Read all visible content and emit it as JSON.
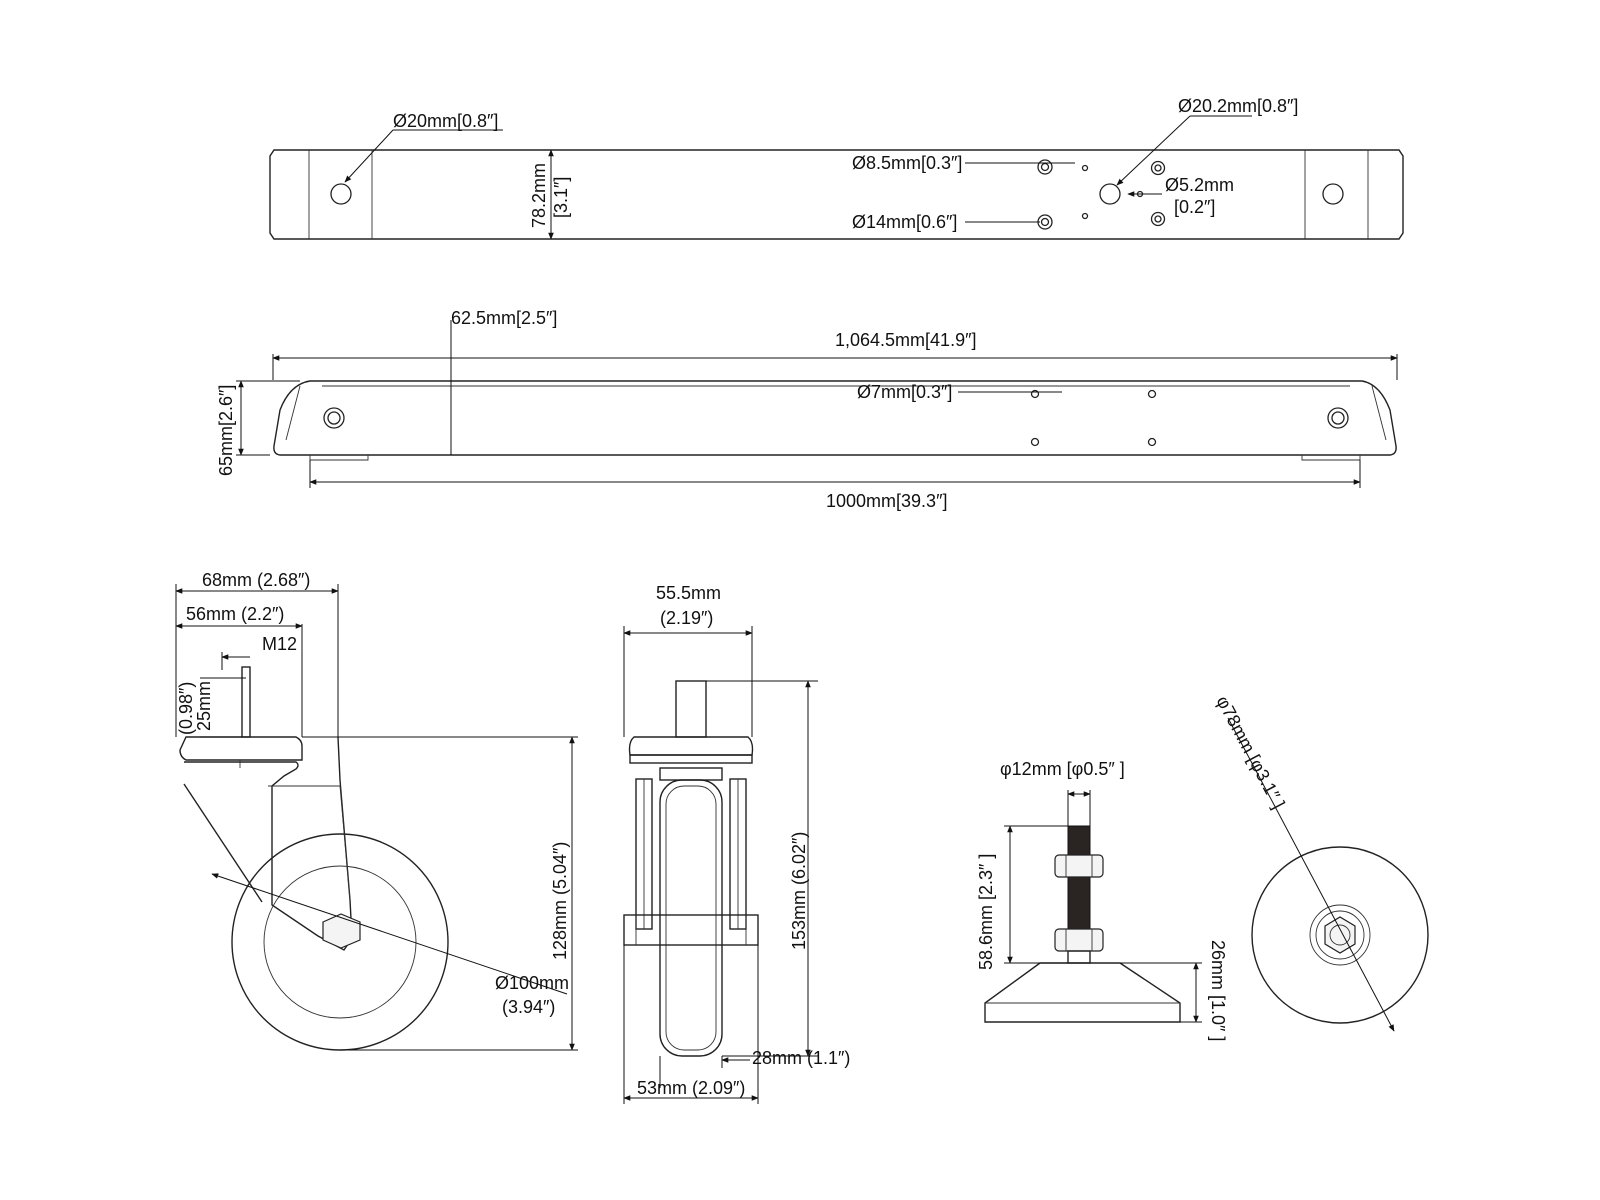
{
  "top_view": {
    "left_hole": "Ø20mm[0.8″]",
    "right_hole": "Ø20.2mm[0.8″]",
    "small_hole_a": "Ø8.5mm[0.3″]",
    "small_hole_b": "Ø14mm[0.6″]",
    "pin_hole_line1": "Ø5.2mm",
    "pin_hole_line2": "[0.2″]",
    "width_line1": "78.2mm",
    "width_line2": "[3.1″]"
  },
  "side_view": {
    "offset": "62.5mm[2.5″]",
    "overall_length": "1,064.5mm[41.9″]",
    "hole": "Ø7mm[0.3″]",
    "height": "65mm[2.6″]",
    "inner_length": "1000mm[39.3″]"
  },
  "caster_side": {
    "plate_width": "68mm (2.68″)",
    "stem_offset": "56mm (2.2″)",
    "thread": "M12",
    "stem_height_line1": "25mm",
    "stem_height_line2": "(0.98″)",
    "total_height": "128mm (5.04″)",
    "wheel_diameter_line1": "Ø100mm",
    "wheel_diameter_line2": "(3.94″)"
  },
  "caster_front": {
    "plate_line1": "55.5mm",
    "plate_line2": "(2.19″)",
    "height": "153mm (6.02″)",
    "wheel_width": "28mm (1.1″)",
    "fork_width": "53mm (2.09″)"
  },
  "leveling_foot": {
    "thread": "φ12mm [φ0.5″  ]",
    "height": "58.6mm [2.3″  ]",
    "base_height": "26mm [1.0″  ]",
    "base_diameter": "φ78mm [φ3.1″  ]"
  }
}
